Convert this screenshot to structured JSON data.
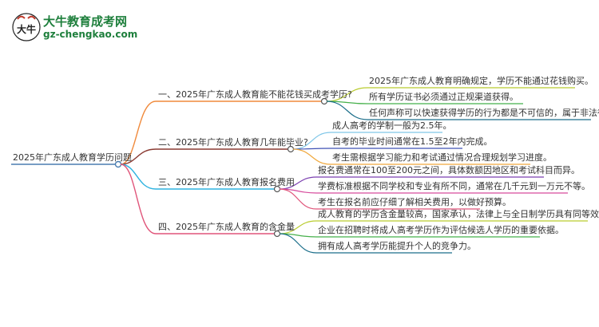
{
  "logo": {
    "glyph": "大牛",
    "title": "大牛教育成考网",
    "url": "gz-chengkao.com"
  },
  "root": {
    "label": "2025年广东成人教育学历问题"
  },
  "branches": [
    {
      "label": "一、2025年广东成人教育能不能花钱买成考学历?",
      "color": "#f08a3c",
      "children": [
        "2025年广东成人教育明确规定，学历不能通过花钱购买。",
        "所有学历证书必须通过正规渠道获得。",
        "任何声称可以快速获得学历的行为都是不可信的，属于非法行为。"
      ]
    },
    {
      "label": "二、2025年广东成人教育几年能毕业?",
      "color": "#8a3a32",
      "children": [
        "成人高考的学制一般为2.5年。",
        "自考的毕业时间通常在1.5至2年内完成。",
        "考生需根据学习能力和考试通过情况合理规划学习进度。"
      ]
    },
    {
      "label": "三、2025年广东成人教育报名费用",
      "color": "#2fb3e0",
      "children": [
        "报名费通常在100至200元之间，具体数额因地区和考试科目而异。",
        "学费标准根据不同学校和专业有所不同，通常在几千元到一万元不等。",
        "考生在报名前应仔细了解相关费用，以做好预算。"
      ]
    },
    {
      "label": "四、2025年广东成人教育的含金量",
      "color": "#e0557a",
      "children": [
        "成人教育的学历含金量较高，国家承认，法律上与全日制学历具有同等效力。",
        "企业在招聘时将成人高考学历作为评估候选人学历的重要依据。",
        "拥有成人高考学历能提升个人的竞争力。"
      ]
    }
  ]
}
